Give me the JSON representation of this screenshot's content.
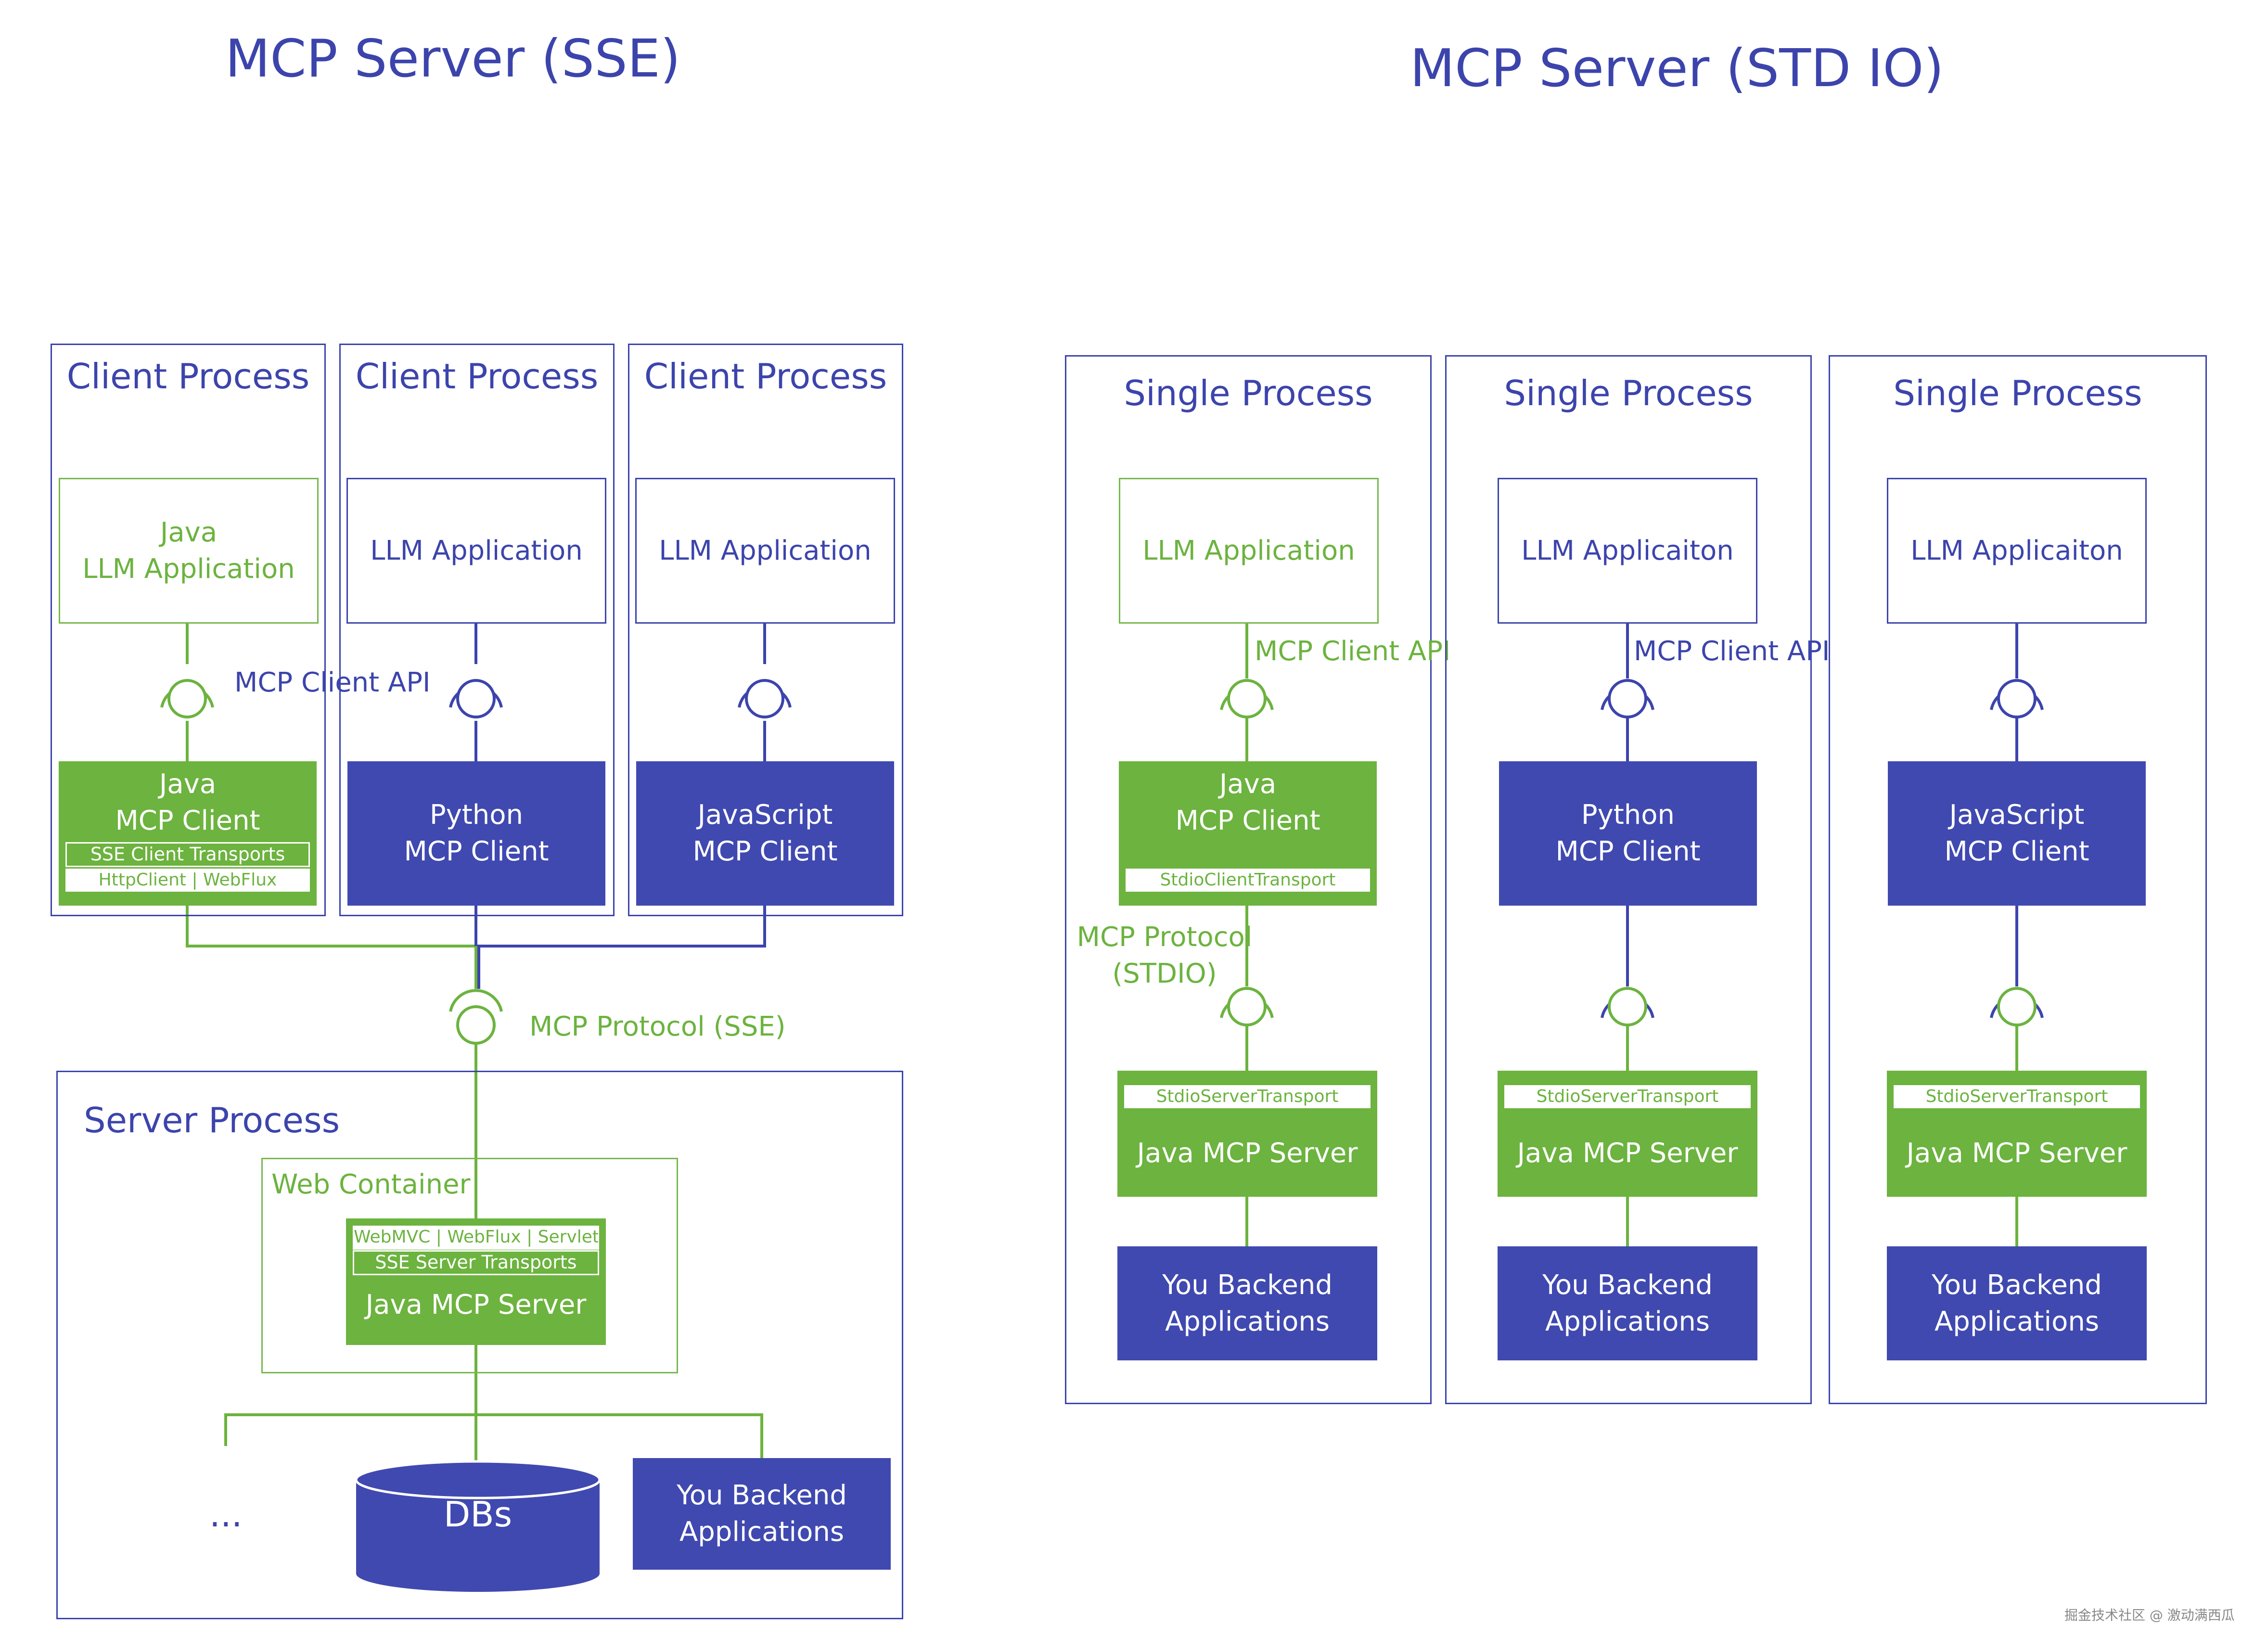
{
  "sse": {
    "title": "MCP Server (SSE)",
    "clients": [
      {
        "process_label": "Client Process",
        "app_label": "Java\nLLM Application",
        "client_label": "Java\nMCP Client",
        "transport_strip": "SSE Client Transports",
        "http_strip": "HttpClient | WebFlux"
      },
      {
        "process_label": "Client Process",
        "app_label": "LLM Application",
        "client_label": "Python\nMCP Client"
      },
      {
        "process_label": "Client Process",
        "app_label": "LLM Application",
        "client_label": "JavaScript\nMCP Client"
      }
    ],
    "client_api_label": "MCP Client API",
    "protocol_label": "MCP Protocol (SSE)",
    "server": {
      "process_label": "Server Process",
      "container_label": "Web Container",
      "frameworks_strip": "WebMVC | WebFlux | Servlet",
      "transports_strip": "SSE Server Transports",
      "server_label": "Java MCP Server",
      "ellipsis": "...",
      "db_label": "DBs",
      "backend_label": "You Backend\nApplications"
    }
  },
  "stdio": {
    "title": "MCP Server (STD IO)",
    "columns": [
      {
        "process_label": "Single Process",
        "app_label": "LLM Application",
        "api_label": "MCP Client API",
        "client_label": "Java\nMCP Client",
        "client_strip": "StdioClientTransport",
        "protocol_label": "MCP Protocol\n(STDIO)",
        "server_strip": "StdioServerTransport",
        "server_label": "Java MCP Server",
        "backend_label": "You Backend\nApplications"
      },
      {
        "process_label": "Single Process",
        "app_label": "LLM Applicaiton",
        "api_label": "MCP Client API",
        "client_label": "Python\nMCP Client",
        "server_strip": "StdioServerTransport",
        "server_label": "Java MCP Server",
        "backend_label": "You Backend\nApplications"
      },
      {
        "process_label": "Single Process",
        "app_label": "LLM Applicaiton",
        "client_label": "JavaScript\nMCP Client",
        "server_strip": "StdioServerTransport",
        "server_label": "Java MCP Server",
        "backend_label": "You Backend\nApplications"
      }
    ]
  },
  "watermark": "掘金技术社区 @ 激动满西瓜",
  "colors": {
    "green": "#6cb33f",
    "blue": "#3c44ac",
    "blue_fill": "#4049b0"
  }
}
